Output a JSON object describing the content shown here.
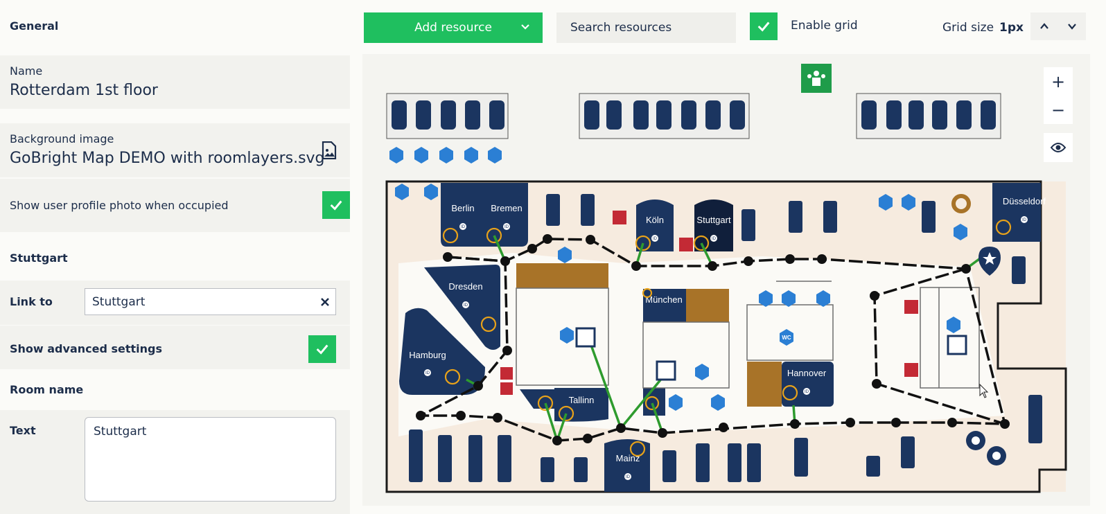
{
  "left_panel": {
    "general_title": "General",
    "name_label": "Name",
    "name_value": "Rotterdam 1st floor",
    "bg_label": "Background image",
    "bg_value": "GoBright Map DEMO with roomlayers.svg",
    "profile_photo_label": "Show user profile photo when occupied",
    "selected_title": "Stuttgart",
    "link_label": "Link to",
    "link_value": "Stuttgart",
    "advanced_label": "Show advanced settings",
    "room_name_title": "Room name",
    "text_label": "Text",
    "text_value": "Stuttgart"
  },
  "toolbar": {
    "add_resource": "Add resource",
    "search_placeholder": "Search resources",
    "enable_grid": "Enable grid",
    "grid_size_label": "Grid size",
    "grid_size_value": "1px"
  },
  "map": {
    "zoom_in": "+",
    "zoom_out": "−",
    "rooms": [
      "Berlin",
      "Bremen",
      "Köln",
      "Stuttgart",
      "Düsseldorf",
      "Dresden",
      "Hamburg",
      "München",
      "Hannover",
      "Tallinn",
      "Mainz"
    ],
    "wc_label": "WC",
    "id_label": "ID",
    "colors": {
      "navy": "#1b3560",
      "green": "#1fbf5f",
      "blue_icon": "#2b7fd4",
      "brown": "#a87328",
      "floor": "#f6ebdf",
      "red": "#c32a35"
    }
  }
}
